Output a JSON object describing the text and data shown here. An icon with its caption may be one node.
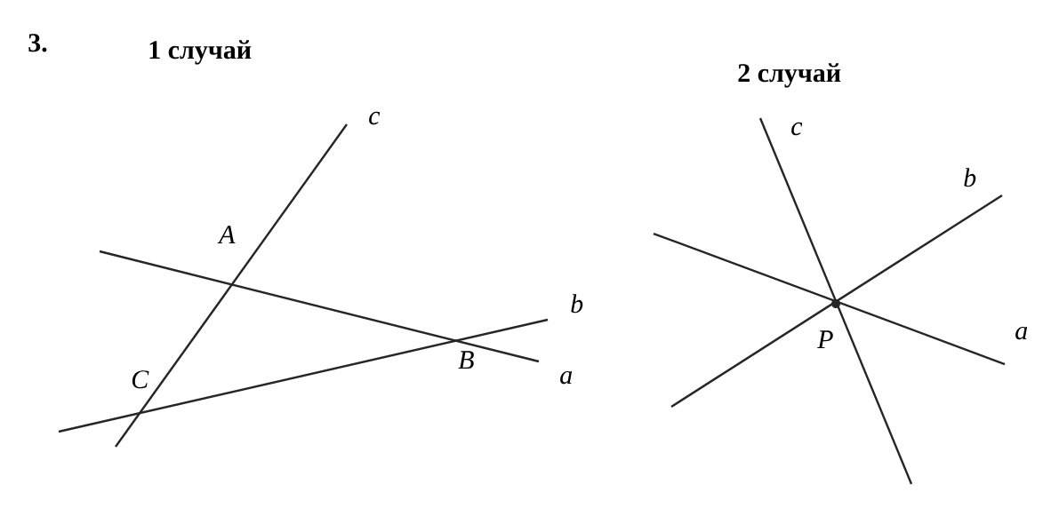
{
  "diagram": {
    "labels": [
      "3.",
      "1 случай",
      "2 случай",
      "c",
      "A",
      "b",
      "B",
      "C",
      "a",
      "c",
      "b",
      "P",
      "a"
    ]
  }
}
